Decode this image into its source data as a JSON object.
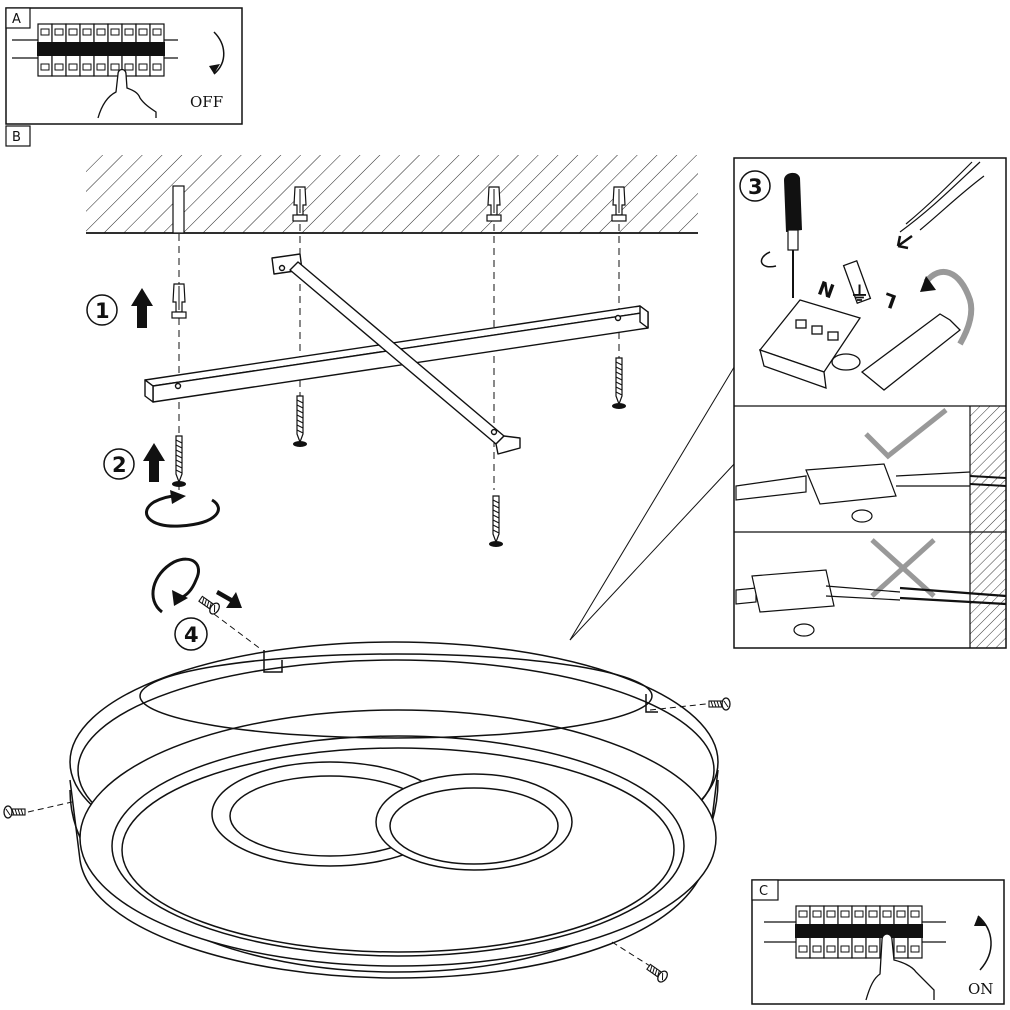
{
  "panels": {
    "A": {
      "letter": "A",
      "state": "OFF"
    },
    "B": {
      "letter": "B"
    },
    "C": {
      "letter": "C",
      "state": "ON"
    }
  },
  "steps": [
    "1",
    "2",
    "3",
    "4"
  ],
  "terminal_labels": {
    "neutral": "N",
    "earth": "⏚",
    "live": "L"
  },
  "icons": [
    "breaker-icon",
    "hand-icon",
    "curved-arrow-icon",
    "wall-plug-icon",
    "screw-icon",
    "mounting-bracket-icon",
    "screwdriver-icon",
    "terminal-block-icon",
    "checkmark-icon",
    "cross-icon",
    "lamp-icon"
  ],
  "colors": {
    "line": "#1a1a1a",
    "background": "#ffffff"
  }
}
